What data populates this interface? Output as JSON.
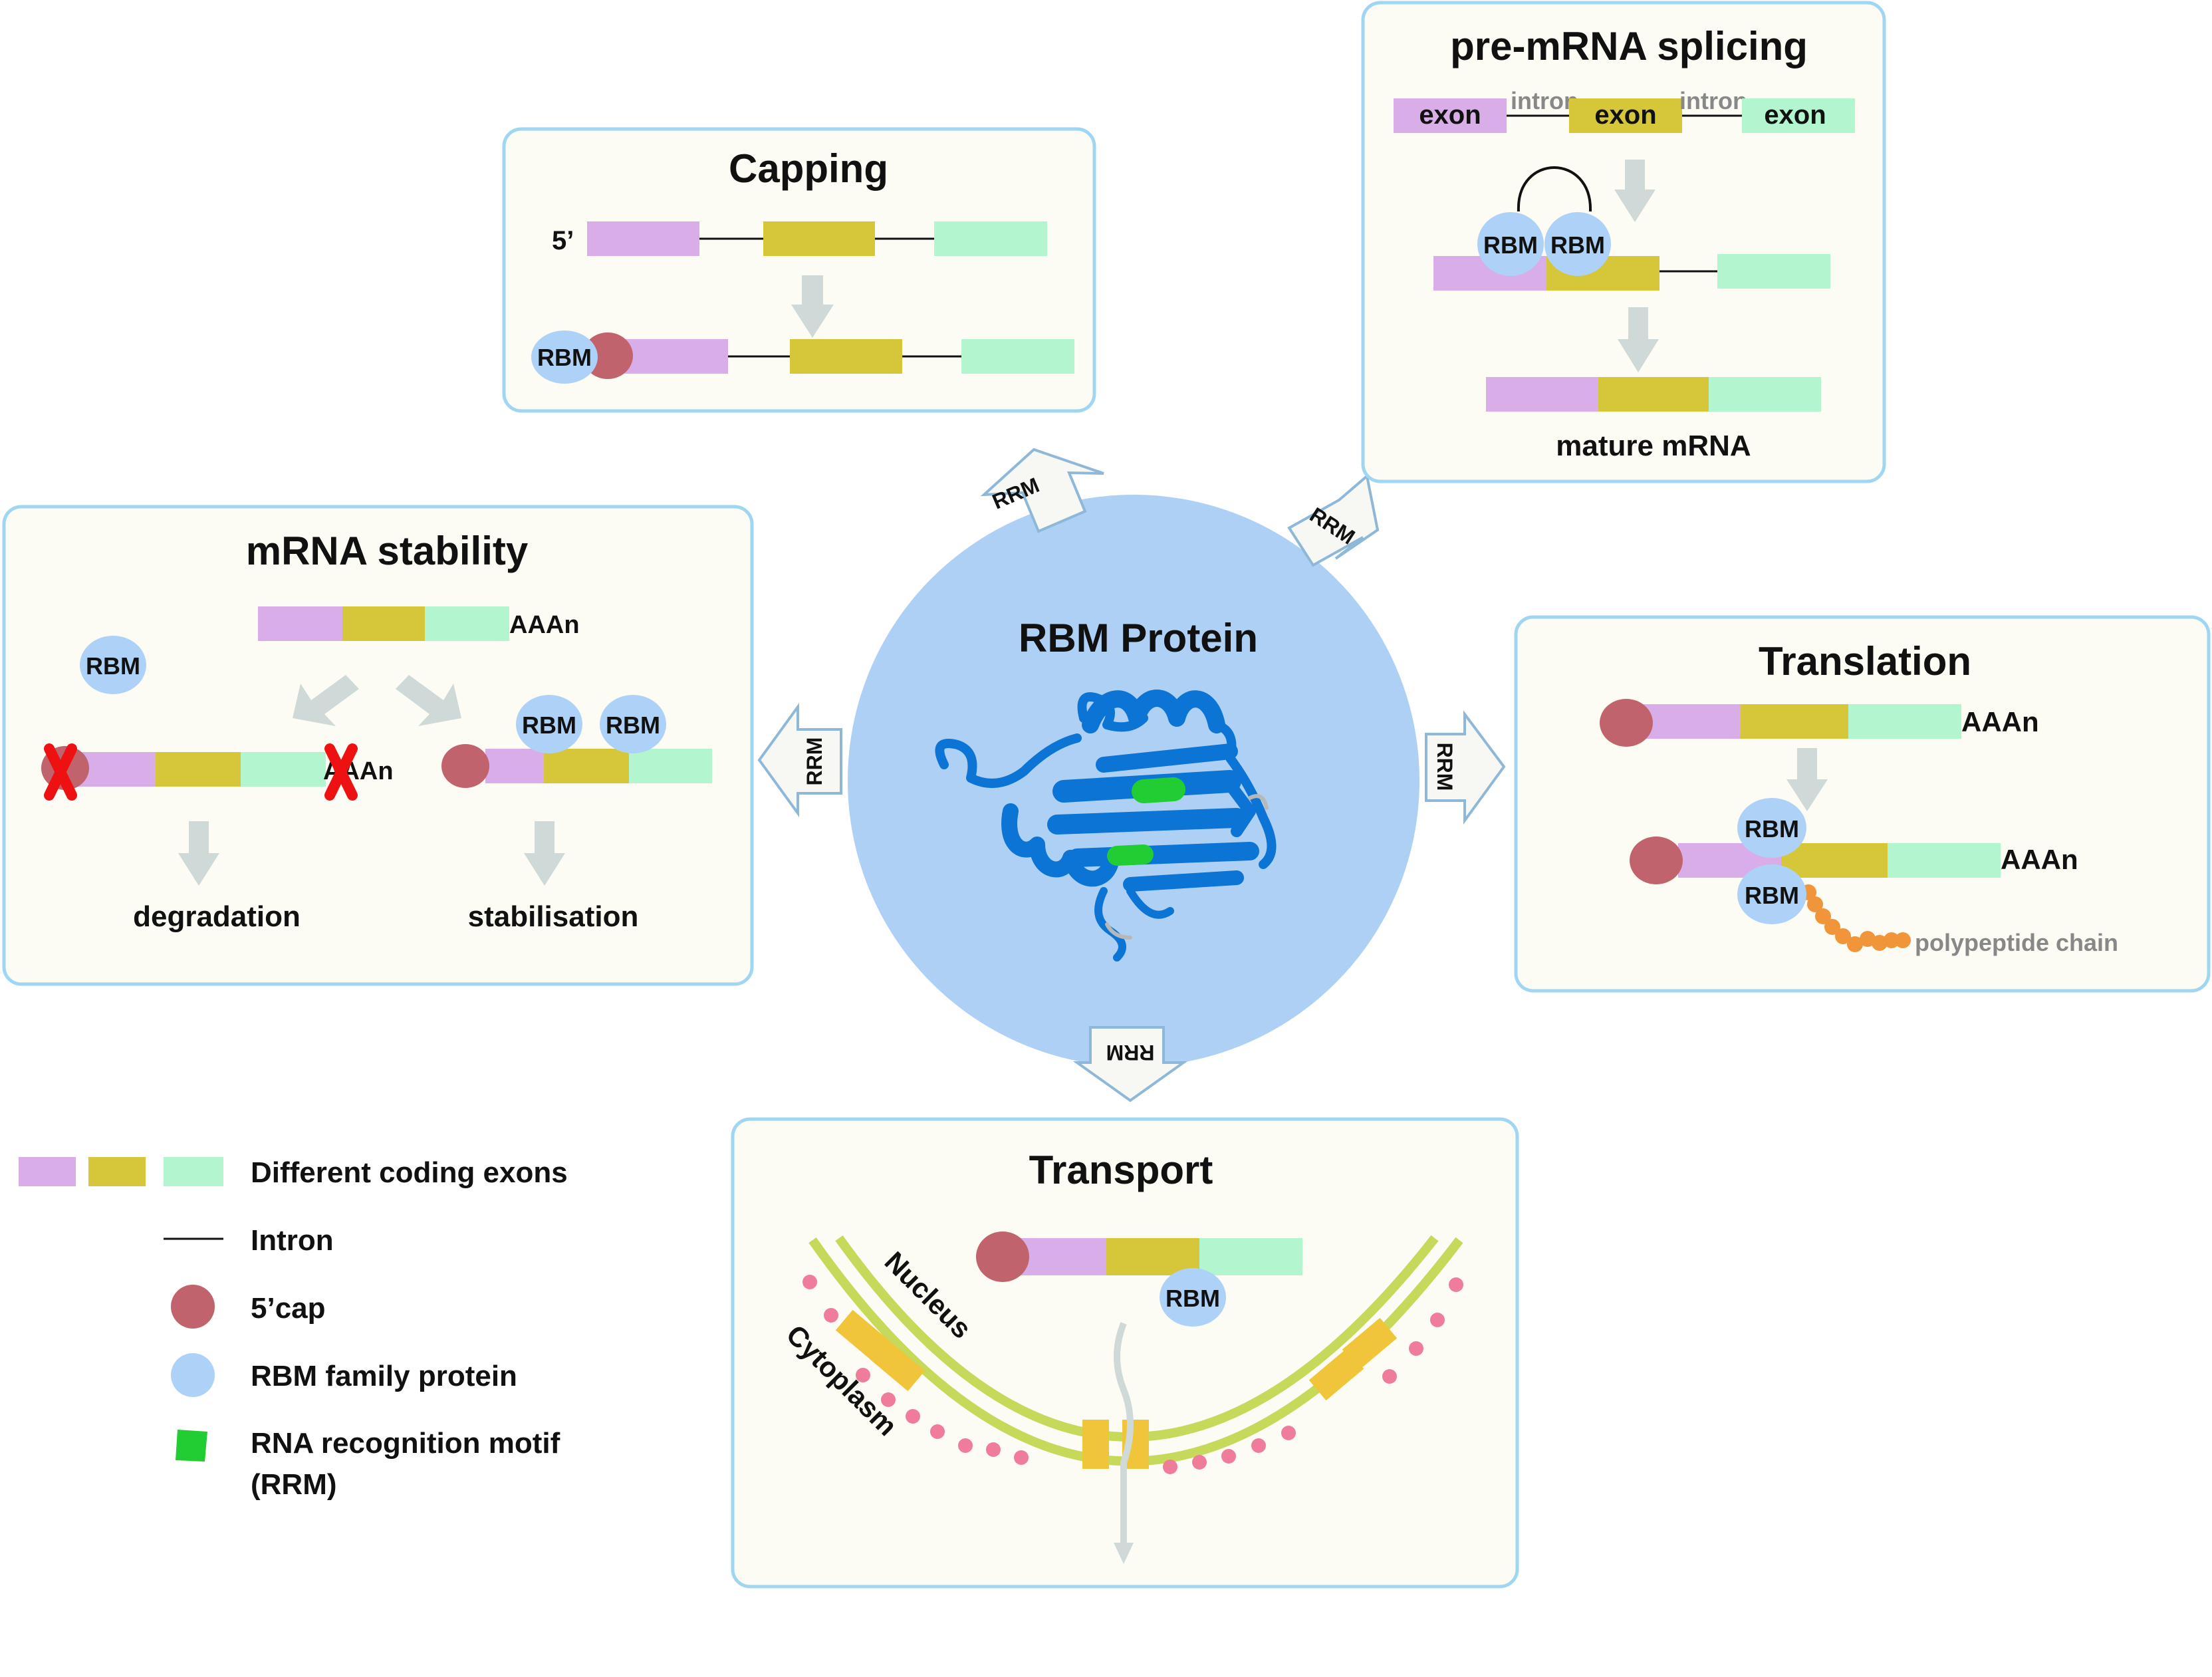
{
  "colors": {
    "exon1": "#d9aee8",
    "exon2": "#d6c63a",
    "exon3": "#b2f5cf",
    "cap": "#c0636d",
    "rbm": "#aed2f7",
    "rrm": "#22cc33",
    "panel_bg": "#fdfcf4",
    "panel_border": "#9fd6f2",
    "arrow_grey": "#cfd9d7",
    "protein_circle": "#aed0f5",
    "protein_ribbon": "#0b74d4",
    "membrane": "#c6d95a",
    "pore": "#f0c53a",
    "cytoplasm_dots": "#ef7d9a",
    "polypeptide": "#f0953a",
    "cross": "#ee1111",
    "intron_text": "#888888"
  },
  "center": {
    "title": "RBM Protein"
  },
  "arrows": {
    "label": "RRM"
  },
  "capping": {
    "title": "Capping",
    "five_prime": "5’",
    "rbm": "RBM"
  },
  "splicing": {
    "title": "pre-mRNA splicing",
    "exon": "exon",
    "intron": "intron",
    "rbm": "RBM",
    "mature": "mature mRNA"
  },
  "stability": {
    "title": "mRNA stability",
    "polyA": "AAAn",
    "rbm": "RBM",
    "degradation": "degradation",
    "stabilisation": "stabilisation"
  },
  "translation": {
    "title": "Translation",
    "polyA": "AAAn",
    "rbm": "RBM",
    "polypeptide": "polypeptide chain"
  },
  "transport": {
    "title": "Transport",
    "rbm": "RBM",
    "nucleus": "Nucleus",
    "cytoplasm": "Cytoplasm"
  },
  "legend": {
    "exons": "Different coding exons",
    "intron": "Intron",
    "cap": "5’cap",
    "rbm": "RBM family protein",
    "rrm_line1": "RNA recognition motif",
    "rrm_line2": "(RRM)"
  }
}
